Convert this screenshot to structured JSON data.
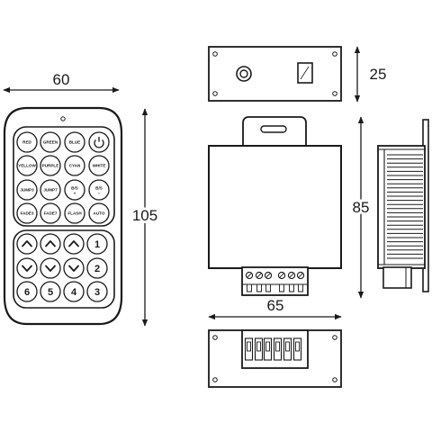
{
  "dimensions": {
    "remote_width": "60",
    "remote_height": "105",
    "controller_depth": "25",
    "controller_height": "85",
    "controller_width": "65"
  },
  "remote": {
    "function_buttons": [
      [
        "RED",
        "GREEN",
        "BLUE",
        "power-icon"
      ],
      [
        "YELLOW",
        "PURPLE",
        "CYAN",
        "WHITE"
      ],
      [
        "JUMP3",
        "JUMP7",
        "B/S +",
        "B/S −"
      ],
      [
        "FADE3",
        "FADE7",
        "FLASH",
        "AUTO"
      ]
    ],
    "zone_rows": [
      [
        "up-arrow-icon",
        "up-arrow-icon",
        "up-arrow-icon",
        "1"
      ],
      [
        "down-arrow-icon",
        "down-arrow-icon",
        "down-arrow-icon",
        "2"
      ],
      [
        "6",
        "5",
        "4",
        "3"
      ]
    ]
  },
  "colors": {
    "line": "#1a1a1a",
    "fill": "#ffffff"
  }
}
